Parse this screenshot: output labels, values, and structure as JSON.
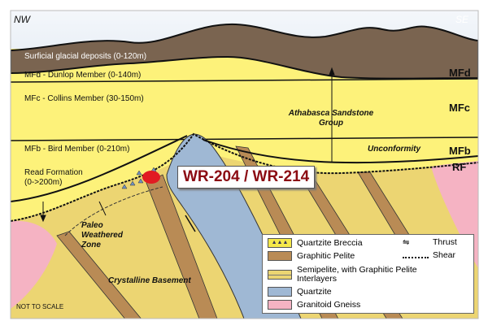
{
  "orientation": {
    "left": "NW",
    "right": "SE"
  },
  "layers": {
    "glacial": "Surficial glacial deposits (0-120m)",
    "mfd": "MFd - Dunlop Member (0-140m)",
    "mfc": "MFc - Collins Member (30-150m)",
    "mfb": "MFb - Bird Member (0-210m)",
    "read_line1": "Read Formation",
    "read_line2": "(0->200m)"
  },
  "codes": {
    "mfd": "MFd",
    "mfc": "MFc",
    "mfb": "MFb",
    "rf": "RF"
  },
  "annotations": {
    "athabasca": "Athabasca Sandstone Group",
    "unconformity": "Unconformity",
    "paleo": "Paleo Weathered Zone",
    "basement": "Crystalline Basement",
    "not_to_scale": "NOT TO SCALE"
  },
  "callout": "WR-204 / WR-214",
  "legend": {
    "items": [
      {
        "label": "Quartzite Breccia",
        "color": "#f5e84a"
      },
      {
        "label": "Graphitic Pelite",
        "color": "#b98b55"
      },
      {
        "label": "Semipelite, with Graphitic Pelite Interlayers",
        "color": "#ecd572"
      },
      {
        "label": "Quartzite",
        "color": "#9fb8d4"
      },
      {
        "label": "Granitoid Gneiss",
        "color": "#f5b3c3"
      }
    ],
    "thrust": "Thrust",
    "shear": "Shear"
  },
  "colors": {
    "sandstone": "#fdf27a",
    "glacial": "#7a6450",
    "marker": "#e11b22"
  }
}
